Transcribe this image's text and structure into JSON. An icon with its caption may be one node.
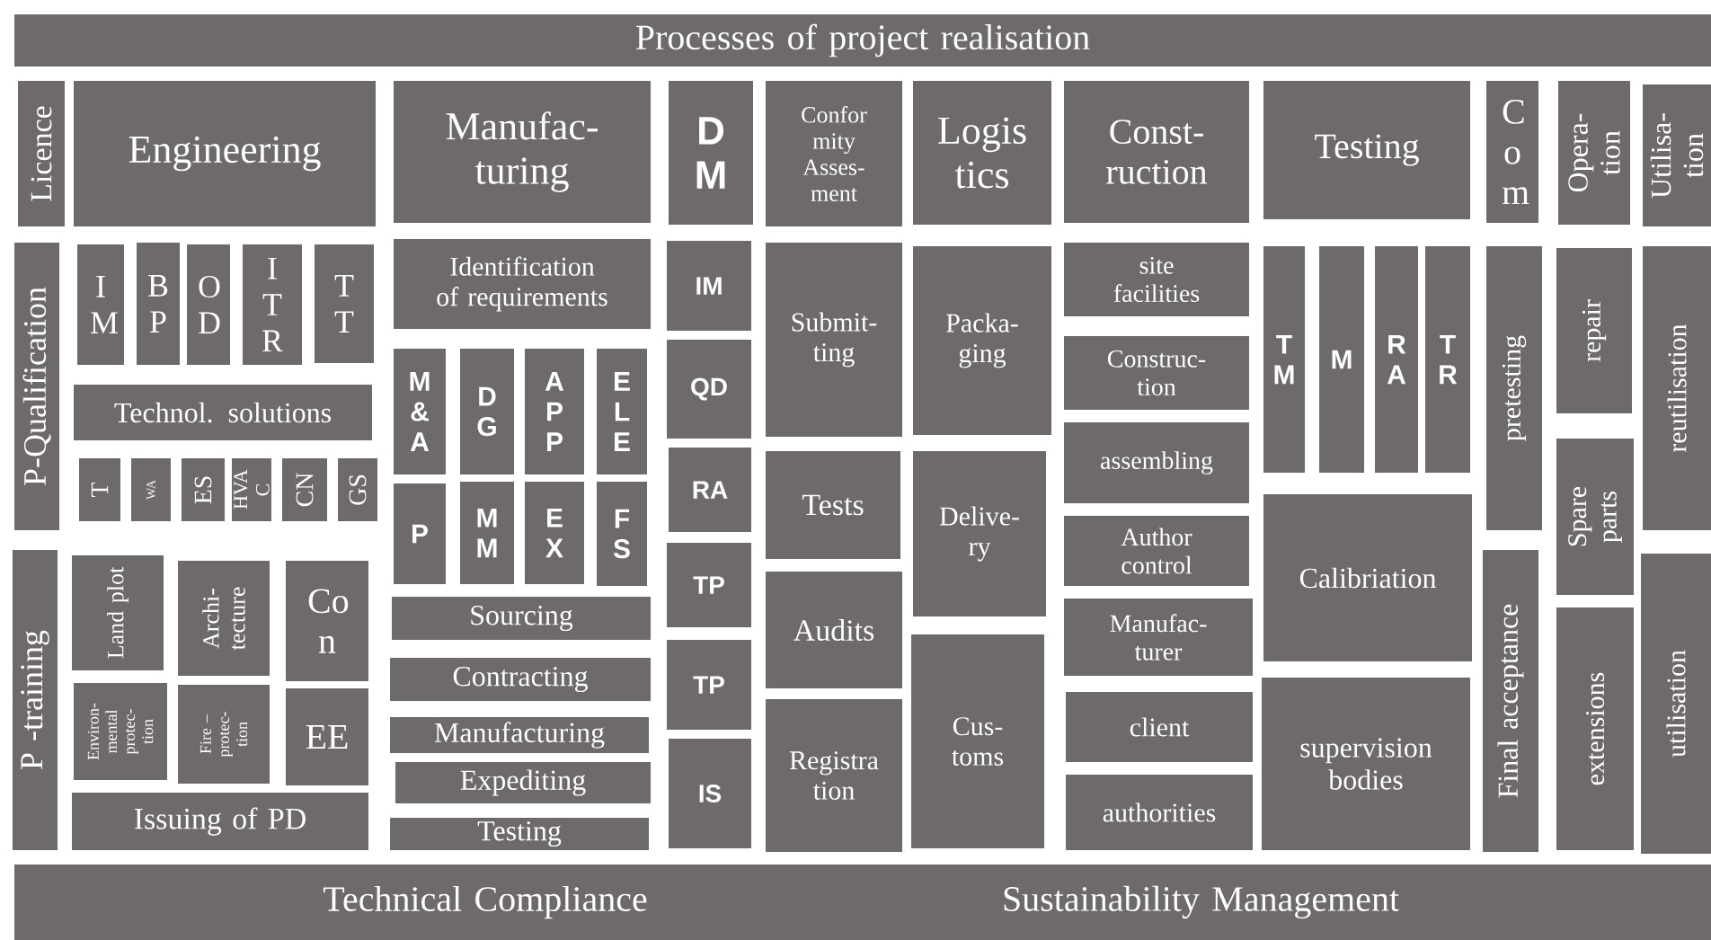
{
  "diagram": {
    "nodes": [
      {
        "text": [
          "Processes of project realisation"
        ]
      },
      {
        "text": [
          "Licence"
        ]
      },
      {
        "text": [
          "Engineering"
        ]
      },
      {
        "text": [
          "Manufac- turing"
        ]
      },
      {
        "text": [
          "D M"
        ]
      },
      {
        "text": [
          "Confor mity Asses- ment"
        ]
      },
      {
        "text": [
          "Logis tics"
        ]
      },
      {
        "text": [
          "Const- ruction"
        ]
      },
      {
        "text": [
          "Testing"
        ]
      },
      {
        "text": [
          "C o m"
        ]
      },
      {
        "text": [
          "Opera- tion"
        ]
      },
      {
        "text": [
          "Utilisa- tion"
        ]
      },
      {
        "text": [
          "P-Qualification"
        ]
      },
      {
        "text": [
          "I M"
        ]
      },
      {
        "text": [
          "B P"
        ]
      },
      {
        "text": [
          "O D"
        ]
      },
      {
        "text": [
          "I T R"
        ]
      },
      {
        "text": [
          "T T"
        ]
      },
      {
        "text": [
          "Technol. solutions"
        ]
      },
      {
        "text": [
          "T"
        ]
      },
      {
        "text": [
          "WA"
        ]
      },
      {
        "text": [
          "ES"
        ]
      },
      {
        "text": [
          "HVA C"
        ]
      },
      {
        "text": [
          "CN"
        ]
      },
      {
        "text": [
          "GS"
        ]
      },
      {
        "text": [
          "P -training"
        ]
      },
      {
        "text": [
          "Land plot"
        ]
      },
      {
        "text": [
          "Archi- tecture"
        ]
      },
      {
        "text": [
          "Co n"
        ]
      },
      {
        "text": [
          "Environ- mental protec- tion"
        ]
      },
      {
        "text": [
          "Fire – protec- tion"
        ]
      },
      {
        "text": [
          "EE"
        ]
      },
      {
        "text": [
          "Issuing of PD"
        ]
      },
      {
        "text": [
          "Identification of requirements"
        ]
      },
      {
        "text": [
          "M & A"
        ]
      },
      {
        "text": [
          "D G"
        ]
      },
      {
        "text": [
          "A P P"
        ]
      },
      {
        "text": [
          "E L E"
        ]
      },
      {
        "text": [
          "P"
        ]
      },
      {
        "text": [
          "M M"
        ]
      },
      {
        "text": [
          "E X"
        ]
      },
      {
        "text": [
          "F S"
        ]
      },
      {
        "text": [
          "Sourcing"
        ]
      },
      {
        "text": [
          "Contracting"
        ]
      },
      {
        "text": [
          "Manufacturing"
        ]
      },
      {
        "text": [
          "Expediting"
        ]
      },
      {
        "text": [
          "Testing"
        ]
      },
      {
        "text": [
          "IM"
        ]
      },
      {
        "text": [
          "QD"
        ]
      },
      {
        "text": [
          "RA"
        ]
      },
      {
        "text": [
          "TP"
        ]
      },
      {
        "text": [
          "TP"
        ]
      },
      {
        "text": [
          "IS"
        ]
      },
      {
        "text": [
          "Submit- ting"
        ]
      },
      {
        "text": [
          "Tests"
        ]
      },
      {
        "text": [
          "Audits"
        ]
      },
      {
        "text": [
          "Registra tion"
        ]
      },
      {
        "text": [
          "Packa- ging"
        ]
      },
      {
        "text": [
          "Delive- ry"
        ]
      },
      {
        "text": [
          "Cus- toms"
        ]
      },
      {
        "text": [
          "site facilities"
        ]
      },
      {
        "text": [
          "Construc- tion"
        ]
      },
      {
        "text": [
          "assembling"
        ]
      },
      {
        "text": [
          "Author control"
        ]
      },
      {
        "text": [
          "Manufac- turer"
        ]
      },
      {
        "text": [
          "client"
        ]
      },
      {
        "text": [
          "authorities"
        ]
      },
      {
        "text": [
          "T M"
        ]
      },
      {
        "text": [
          "M"
        ]
      },
      {
        "text": [
          "R A"
        ]
      },
      {
        "text": [
          "T R"
        ]
      },
      {
        "text": [
          "Calibriation"
        ]
      },
      {
        "text": [
          "supervision bodies"
        ]
      },
      {
        "text": [
          "pretesting"
        ]
      },
      {
        "text": [
          "Final acceptance"
        ]
      },
      {
        "text": [
          "repair"
        ]
      },
      {
        "text": [
          "Spare parts"
        ]
      },
      {
        "text": [
          "extensions"
        ]
      },
      {
        "text": [
          "reutilisation"
        ]
      },
      {
        "text": [
          "utilisation"
        ]
      },
      {
        "text": [
          "Technical Compliance",
          "Sustainability Management"
        ]
      }
    ]
  }
}
